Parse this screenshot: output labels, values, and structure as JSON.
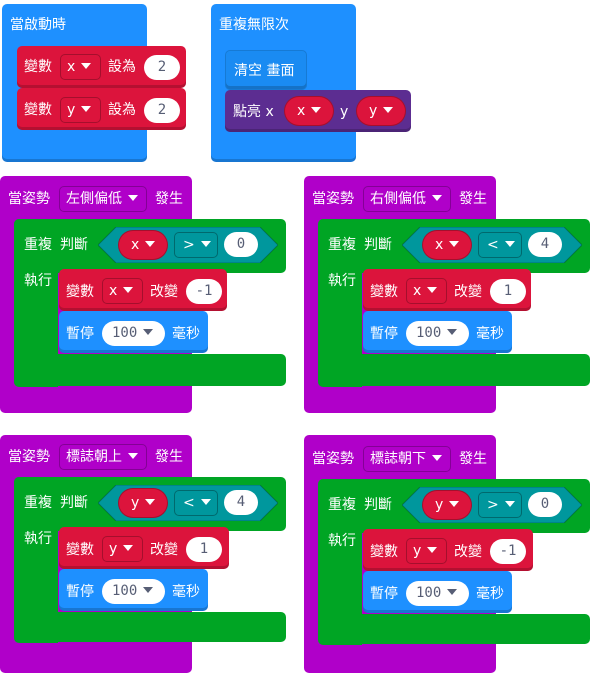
{
  "colors": {
    "basic": "#1e90ff",
    "variables": "#dc143c",
    "led": "#5c2d91",
    "input": "#b000c9",
    "loops": "#00a524",
    "logic": "#00979d"
  },
  "on_start": {
    "hat": "當啟動時",
    "rows": [
      {
        "label": "變數",
        "var": "x",
        "op": "設為",
        "value": "2"
      },
      {
        "label": "變數",
        "var": "y",
        "op": "設為",
        "value": "2"
      }
    ]
  },
  "forever": {
    "hat": "重複無限次",
    "clear_label": "清空 畫面",
    "plot_label": "點亮 x",
    "plot_x": "x",
    "plot_y_label": "y",
    "plot_y": "y"
  },
  "gestures": [
    {
      "event": "當姿勢",
      "gesture": "左側偏低",
      "suffix": "發生",
      "loop": "重複",
      "cond": "判斷",
      "var": "x",
      "cmp": ">",
      "value": "0",
      "do": "執行",
      "change_label": "變數",
      "change_var": "x",
      "change_op": "改變",
      "change_value": "-1",
      "pause_label": "暫停",
      "pause_value": "100",
      "pause_unit": "毫秒"
    },
    {
      "event": "當姿勢",
      "gesture": "右側偏低",
      "suffix": "發生",
      "loop": "重複",
      "cond": "判斷",
      "var": "x",
      "cmp": "<",
      "value": "4",
      "do": "執行",
      "change_label": "變數",
      "change_var": "x",
      "change_op": "改變",
      "change_value": "1",
      "pause_label": "暫停",
      "pause_value": "100",
      "pause_unit": "毫秒"
    },
    {
      "event": "當姿勢",
      "gesture": "標誌朝上",
      "suffix": "發生",
      "loop": "重複",
      "cond": "判斷",
      "var": "y",
      "cmp": "<",
      "value": "4",
      "do": "執行",
      "change_label": "變數",
      "change_var": "y",
      "change_op": "改變",
      "change_value": "1",
      "pause_label": "暫停",
      "pause_value": "100",
      "pause_unit": "毫秒"
    },
    {
      "event": "當姿勢",
      "gesture": "標誌朝下",
      "suffix": "發生",
      "loop": "重複",
      "cond": "判斷",
      "var": "y",
      "cmp": ">",
      "value": "0",
      "do": "執行",
      "change_label": "變數",
      "change_var": "y",
      "change_op": "改變",
      "change_value": "-1",
      "pause_label": "暫停",
      "pause_value": "100",
      "pause_unit": "毫秒"
    }
  ]
}
